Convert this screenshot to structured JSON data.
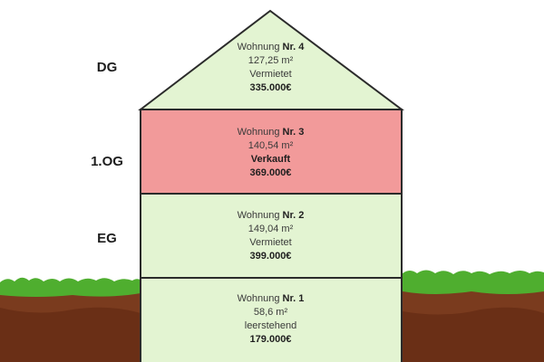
{
  "colors": {
    "apartment_available": "#e3f4d2",
    "apartment_sold": "#f29a9a",
    "outline": "#2b2b2b",
    "grass": "#4fae2f",
    "soil": "#7a3b1e",
    "soil_dark": "#5c2a12"
  },
  "floors": [
    {
      "level": "DG",
      "unit_label": "Wohnung",
      "unit_number": "Nr. 4",
      "area": "127,25 m²",
      "status": "Vermietet",
      "price": "335.000€"
    },
    {
      "level": "1.OG",
      "unit_label": "Wohnung",
      "unit_number": "Nr. 3",
      "area": "140,54 m²",
      "status": "Verkauft",
      "price": "369.000€"
    },
    {
      "level": "EG",
      "unit_label": "Wohnung",
      "unit_number": "Nr. 2",
      "area": "149,04 m²",
      "status": "Vermietet",
      "price": "399.000€"
    },
    {
      "level": "",
      "unit_label": "Wohnung",
      "unit_number": "Nr. 1",
      "area": "58,6 m²",
      "status": "leerstehend",
      "price": "179.000€"
    }
  ]
}
